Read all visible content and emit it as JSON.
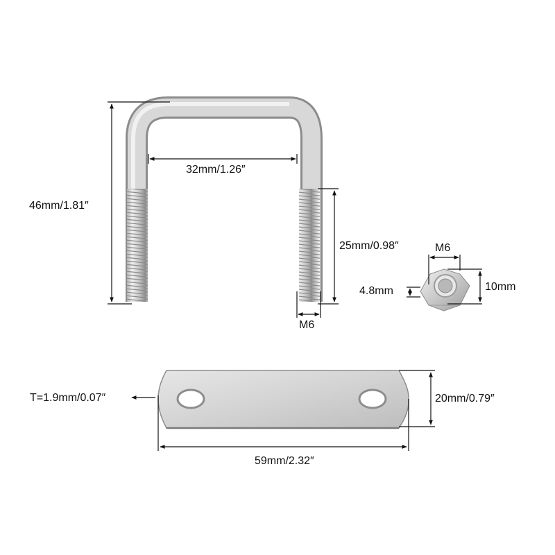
{
  "diagram": {
    "subject": "Square U-bolt with plate and hex nut",
    "colors": {
      "metal": "#c9c9c9",
      "metal_dark": "#8f8f8f",
      "metal_light": "#ececec",
      "line": "#111111",
      "background": "#ffffff"
    },
    "ubolt": {
      "height_label": "46mm/1.81″",
      "inner_width_label": "32mm/1.26″",
      "thread_length_label": "25mm/0.98″",
      "thread_size_label": "M6"
    },
    "nut": {
      "thread_size_label": "M6",
      "thickness_label": "4.8mm",
      "width_label": "10mm"
    },
    "plate": {
      "thickness_label": "T=1.9mm/0.07″",
      "width_label": "20mm/0.79″",
      "length_label": "59mm/2.32″"
    }
  }
}
